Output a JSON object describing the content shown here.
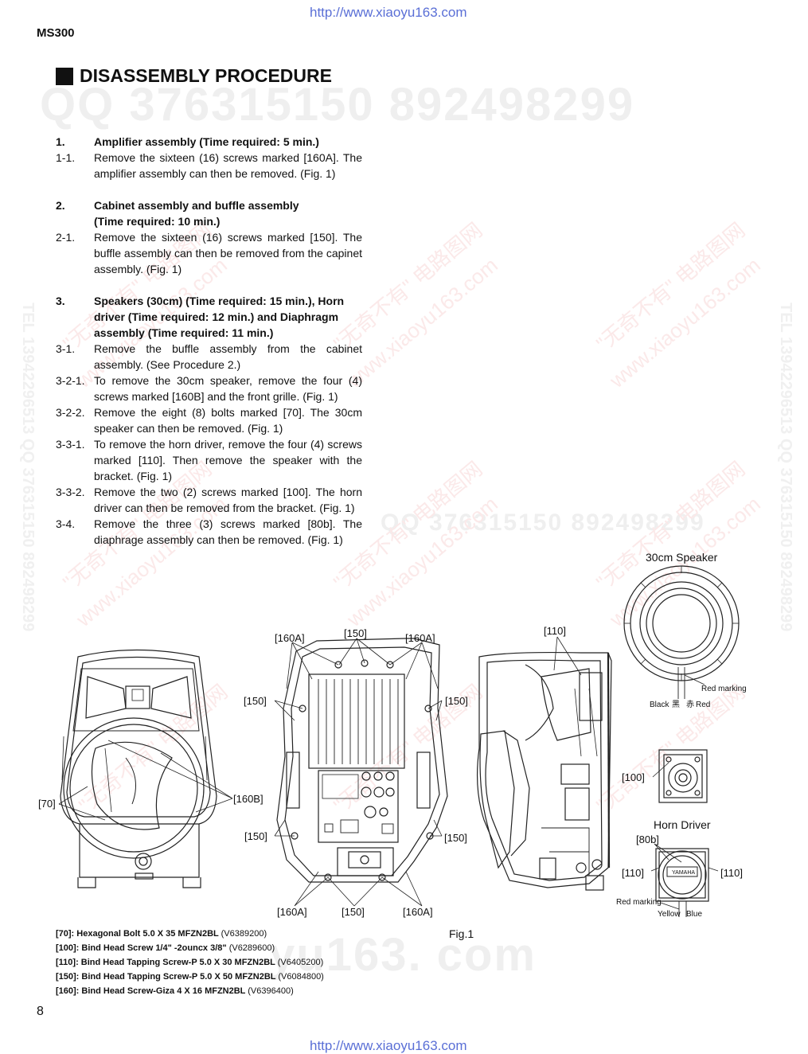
{
  "header": {
    "url_top": "http://www.xiaoyu163.com",
    "model": "MS300",
    "section_title": "DISASSEMBLY PROCEDURE"
  },
  "watermarks": {
    "big_top": "QQ 376315150     892498299",
    "big_mid": "QQ 376315150    892498299",
    "big_bottom": "yu163. com",
    "diag_cn": "\"无奇不有\" 电路图网",
    "diag_url": "www.xiaoyu163.com",
    "vert_left": "TEL 13942296513   QQ 376315150   892498299",
    "vert_right": "TEL 13942296513   QQ 376315150   892498299"
  },
  "procedure": {
    "s1": {
      "num": "1.",
      "text": "Amplifier assembly (Time required: 5 min.)"
    },
    "s1_1": {
      "num": "1-1.",
      "text": "Remove the sixteen (16) screws marked [160A]. The amplifier assembly can then be removed. (Fig. 1)"
    },
    "s2": {
      "num": "2.",
      "text": "Cabinet assembly and buffle assembly (Time required: 10 min.)"
    },
    "s2_1": {
      "num": "2-1.",
      "text": "Remove the sixteen (16) screws marked [150]. The buffle assembly can then be removed from the capinet assembly. (Fig. 1)"
    },
    "s3": {
      "num": "3.",
      "text": "Speakers (30cm) (Time required: 15 min.), Horn driver (Time required: 12 min.) and Diaphragm assembly (Time required: 11 min.)"
    },
    "s3_1": {
      "num": "3-1.",
      "text": "Remove the buffle assembly from the cabinet assembly. (See Procedure 2.)"
    },
    "s3_2_1": {
      "num": "3-2-1.",
      "text": "To remove the 30cm speaker, remove the four (4) screws marked [160B] and the front grille. (Fig. 1)"
    },
    "s3_2_2": {
      "num": "3-2-2.",
      "text": "Remove the eight (8) bolts marked [70]. The 30cm speaker can then be removed. (Fig. 1)"
    },
    "s3_3_1": {
      "num": "3-3-1.",
      "text": "To remove the horn driver, remove the four (4) screws marked [110]. Then remove the speaker with the bracket. (Fig. 1)"
    },
    "s3_3_2": {
      "num": "3-3-2.",
      "text": "Remove the two (2) screws marked [100]. The horn driver can then be removed from the bracket. (Fig. 1)"
    },
    "s3_4": {
      "num": "3-4.",
      "text": "Remove the three (3) screws marked [80b]. The diaphrage assembly can then be removed. (Fig. 1)"
    }
  },
  "figure": {
    "speaker_title": "30cm Speaker",
    "red_marking": "Red marking",
    "black": "Black",
    "black_cn": "黑",
    "red": "Red",
    "red_cn": "赤",
    "horn_title": "Horn Driver",
    "yellow": "Yellow",
    "blue": "Blue",
    "brand": "YAMAHA",
    "l70": "[70]",
    "l160b": "[160B]",
    "l160a_tl": "[160A]",
    "l150_top": "[150]",
    "l160a_tr": "[160A]",
    "l150_ul": "[150]",
    "l150_ur": "[150]",
    "l150_ll": "[150]",
    "l150_lr": "[150]",
    "l160a_bl": "[160A]",
    "l150_bottom": "[150]",
    "l160a_br": "[160A]",
    "l110_side": "[110]",
    "l100": "[100]",
    "l80b": "[80b]",
    "l110_left": "[110]",
    "l110_right": "[110]",
    "caption": "Fig.1"
  },
  "parts_list": {
    "p70": {
      "desc": "[70]:   Hexagonal Bolt 5.0 X 35 MFZN2BL",
      "code": "(V6389200)"
    },
    "p100": {
      "desc": "[100]: Bind Head Screw 1/4\" -2ouncx 3/8\"",
      "code": "(V6289600)"
    },
    "p110": {
      "desc": "[110]: Bind Head Tapping Screw-P 5.0 X 30 MFZN2BL",
      "code": "(V6405200)"
    },
    "p150": {
      "desc": "[150]: Bind Head Tapping Screw-P 5.0 X 50 MFZN2BL",
      "code": "(V6084800)"
    },
    "p160": {
      "desc": "[160]: Bind Head Screw-Giza 4 X 16 MFZN2BL",
      "code": "(V6396400)"
    }
  },
  "footer": {
    "page_number": "8",
    "url_bottom": "http://www.xiaoyu163.com"
  }
}
